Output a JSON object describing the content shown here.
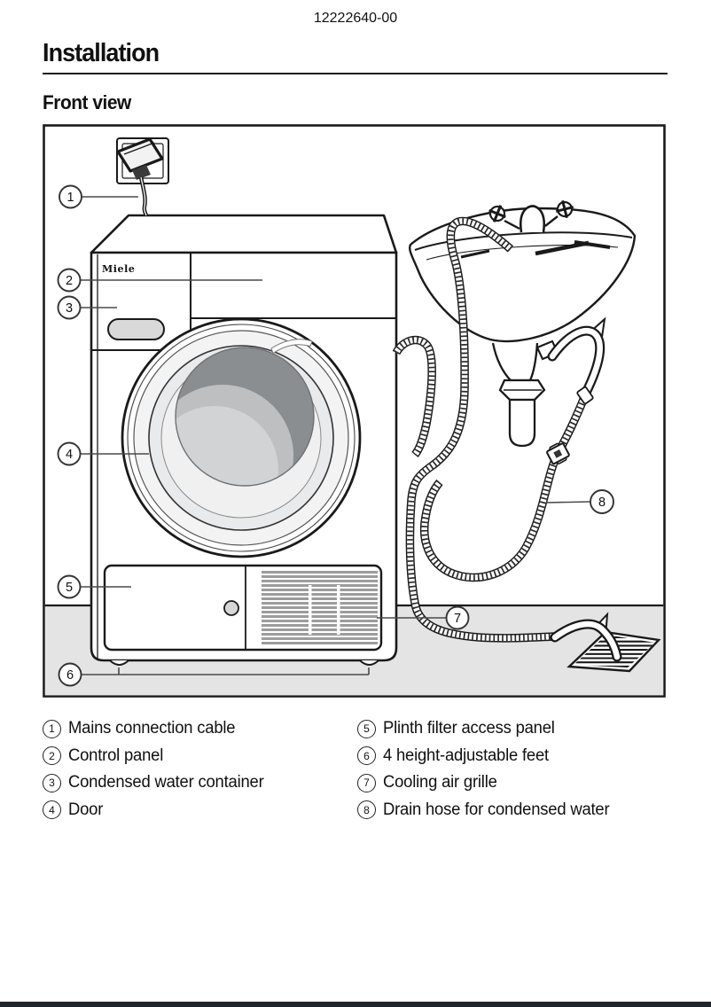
{
  "page": {
    "doc_number": "12222640-00",
    "title": "Installation",
    "section_title": "Front view"
  },
  "figure": {
    "brand": "Miele",
    "callouts": [
      "1",
      "2",
      "3",
      "4",
      "5",
      "6",
      "7",
      "8"
    ]
  },
  "legend": {
    "items": [
      {
        "num": "1",
        "label": "Mains connection cable"
      },
      {
        "num": "2",
        "label": "Control panel"
      },
      {
        "num": "3",
        "label": "Condensed water container"
      },
      {
        "num": "4",
        "label": "Door"
      },
      {
        "num": "5",
        "label": "Plinth filter access panel"
      },
      {
        "num": "6",
        "label": "4 height-adjustable feet"
      },
      {
        "num": "7",
        "label": "Cooling air grille"
      },
      {
        "num": "8",
        "label": "Drain hose for condensed water"
      }
    ]
  }
}
